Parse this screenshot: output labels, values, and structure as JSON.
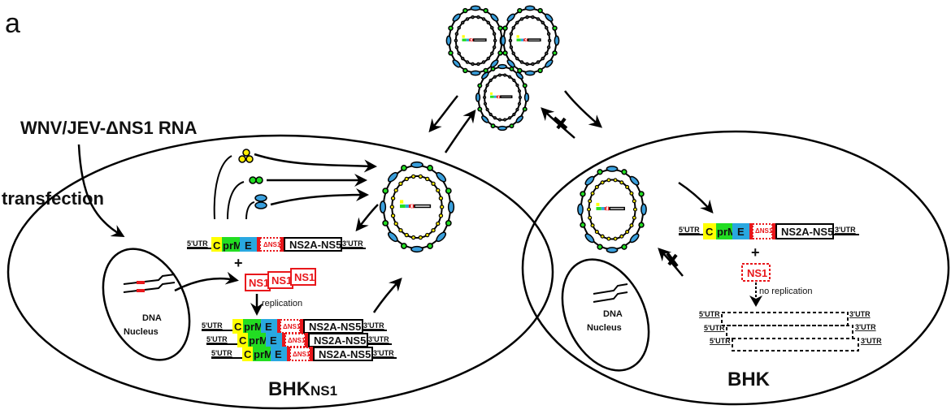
{
  "panel_label": "a",
  "input_label": "WNV/JEV-ΔNS1 RNA",
  "transfection_label": "transfection",
  "cells": [
    {
      "name": "BHK",
      "subscript": "NS1",
      "nucleus_label_1": "DNA",
      "nucleus_label_2": "Nucleus"
    },
    {
      "name": "BHK",
      "subscript": "",
      "nucleus_label_1": "DNA",
      "nucleus_label_2": "Nucleus"
    }
  ],
  "genome": {
    "utr5": "5'UTR",
    "utr3": "3'UTR",
    "segments": [
      "C",
      "prM",
      "E",
      "ΔNS1",
      "NS2A-NS5"
    ]
  },
  "ns1_label": "NS1",
  "plus_sign": "+",
  "replication_label": "replication",
  "no_replication_label": "no replication",
  "colors": {
    "C": "#ffff00",
    "prM": "#22dd22",
    "E": "#29a8e0",
    "NS1": "#e8171b",
    "capsid": "#ffee00",
    "prM_protein": "#22dd22",
    "E_protein": "#3a9fdc"
  }
}
